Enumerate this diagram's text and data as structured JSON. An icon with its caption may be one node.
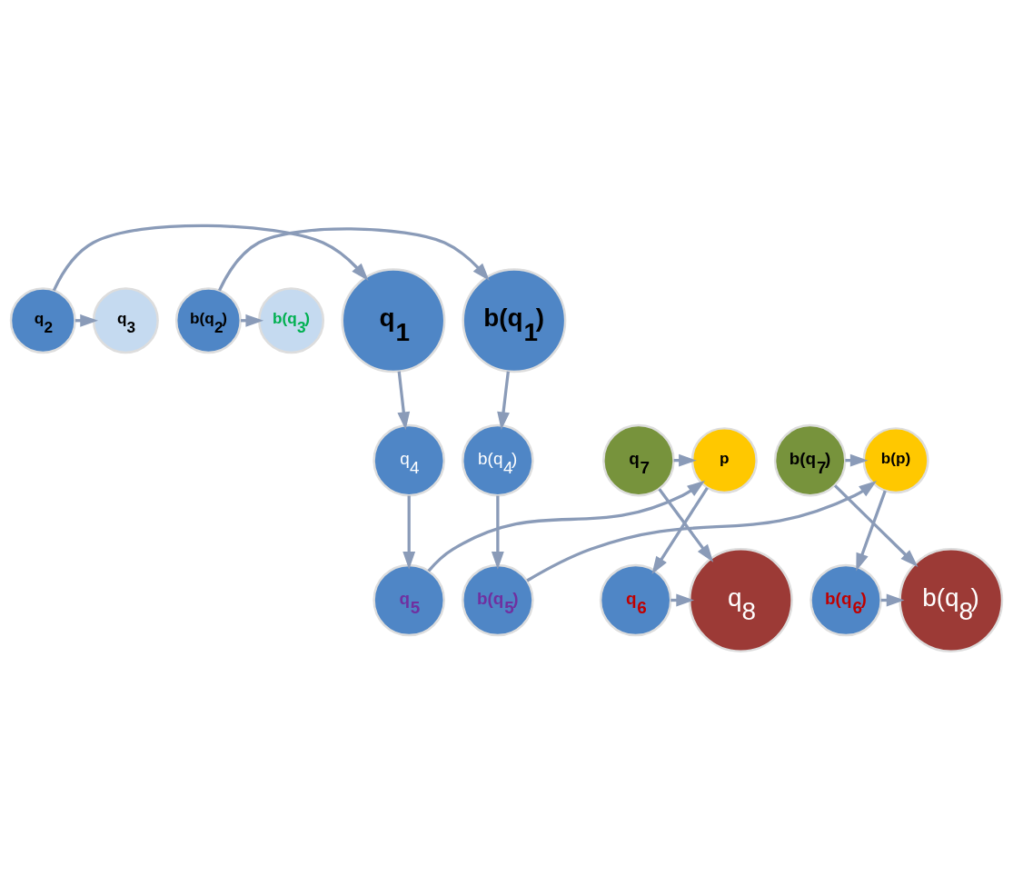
{
  "diagram": {
    "nodes": [
      {
        "text": [
          "q$_{1}$"
        ]
      },
      {
        "text": [
          "b(q$_{1}$)"
        ]
      },
      {
        "text": [
          "q$_{2}$"
        ]
      },
      {
        "text": [
          "b(q$_{2}$)"
        ]
      },
      {
        "text": [
          "q$_{3}$"
        ]
      },
      {
        "text": [
          "b(q$_{3}$)"
        ]
      },
      {
        "text": [
          "q$_{4}$"
        ]
      },
      {
        "text": [
          "b(q$_{4}$)"
        ]
      },
      {
        "text": [
          "p"
        ]
      },
      {
        "text": [
          "b(p)"
        ]
      },
      {
        "text": [
          "q$_{7}$"
        ]
      },
      {
        "text": [
          "b(q$_{7}$)"
        ]
      },
      {
        "text": [
          "q$_{5}$"
        ]
      },
      {
        "text": [
          "b(q$_{5}$)"
        ]
      },
      {
        "text": [
          "q$_{6}$"
        ]
      },
      {
        "text": [
          "b(q$_{6}$)"
        ]
      },
      {
        "text": [
          "q$_{8}$"
        ]
      },
      {
        "text": [
          "b(q$_{8}$)"
        ]
      }
    ],
    "edges": [
      {
        "from": 2,
        "to": 0,
        "arrow": "to"
      },
      {
        "from": 3,
        "to": 1,
        "arrow": "to"
      },
      {
        "from": 2,
        "to": 4,
        "arrow": "to"
      },
      {
        "from": 3,
        "to": 5,
        "arrow": "to"
      },
      {
        "from": 0,
        "to": 6,
        "arrow": "to"
      },
      {
        "from": 1,
        "to": 7,
        "arrow": "to"
      },
      {
        "from": 6,
        "to": 12,
        "arrow": "to"
      },
      {
        "from": 7,
        "to": 13,
        "arrow": "to"
      },
      {
        "from": 12,
        "to": 8,
        "arrow": "to"
      },
      {
        "from": 13,
        "to": 9,
        "arrow": "to"
      },
      {
        "from": 10,
        "to": 8,
        "arrow": "to"
      },
      {
        "from": 11,
        "to": 9,
        "arrow": "to"
      },
      {
        "from": 8,
        "to": 14,
        "arrow": "to"
      },
      {
        "from": 9,
        "to": 15,
        "arrow": "to"
      },
      {
        "from": 10,
        "to": 16,
        "arrow": "to"
      },
      {
        "from": 11,
        "to": 17,
        "arrow": "to"
      },
      {
        "from": 14,
        "to": 16,
        "arrow": "to"
      },
      {
        "from": 15,
        "to": 17,
        "arrow": "to"
      }
    ]
  }
}
